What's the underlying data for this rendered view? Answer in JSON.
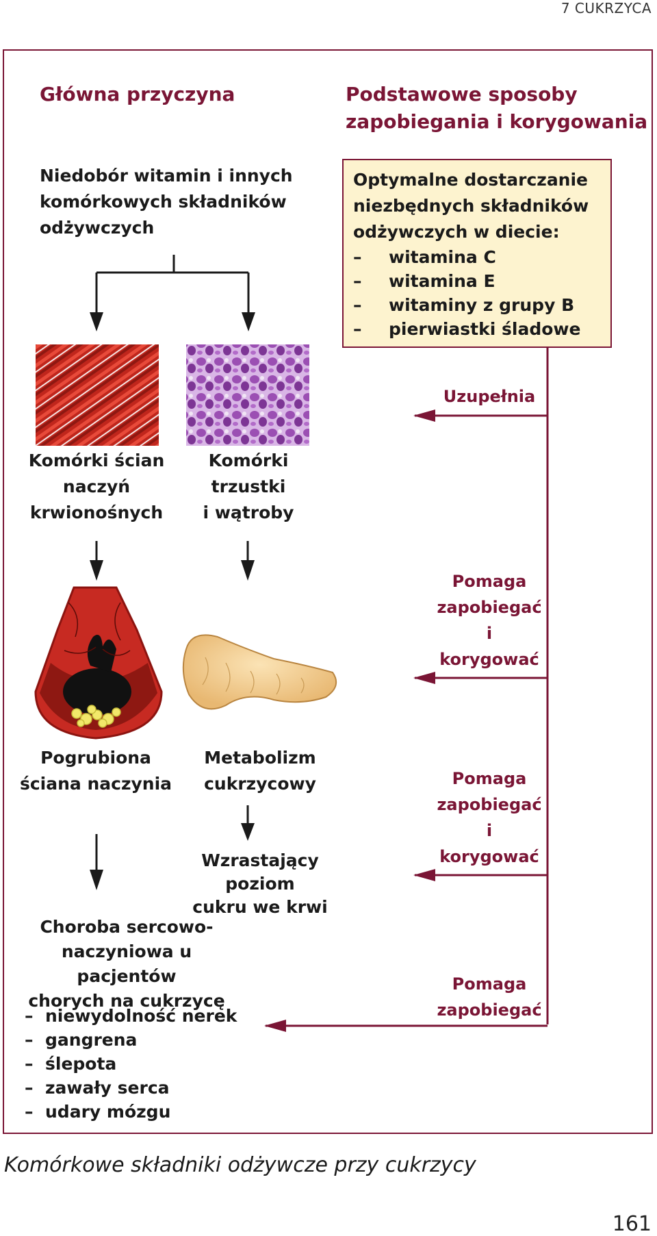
{
  "header": "7  CUKRZYCA",
  "left_heading": "Główna przyczyna",
  "right_heading": [
    "Podstawowe sposoby",
    "zapobiegania i korygowania"
  ],
  "cause": [
    "Niedobór witamin i innych",
    "komórkowych składników",
    "odżywczych"
  ],
  "nutrient_box": {
    "lines": [
      "Optymalne dostarczanie",
      "niezbędnych składników",
      "odżywczych w diecie:"
    ],
    "items": [
      "witamina C",
      "witamina E",
      "witaminy z grupy B",
      "pierwiastki śladowe"
    ]
  },
  "label_vessel_cells": [
    "Komórki ścian",
    "naczyń",
    "krwionośnych"
  ],
  "label_pancreas_cells": [
    "Komórki trzustki",
    "i wątroby"
  ],
  "label_thick_wall": [
    "Pogrubiona",
    "ściana naczynia"
  ],
  "label_metabolism": [
    "Metabolizm",
    "cukrzycowy"
  ],
  "label_blood_sugar": [
    "Wzrastający poziom",
    "cukru we krwi"
  ],
  "disease": [
    "Choroba sercowo-",
    "naczyniowa u pacjentów",
    "chorych na cukrzycę"
  ],
  "consequences": [
    "niewydolność nerek",
    "gangrena",
    "ślepota",
    "zawały serca",
    "udary mózgu"
  ],
  "dash": "–",
  "effect_supplements": "Uzupełnia",
  "effect_prevent_correct_1": [
    "Pomaga",
    "zapobiegać",
    "i",
    "korygować"
  ],
  "effect_prevent_correct_2": [
    "Pomaga",
    "zapobiegać",
    "i",
    "korygować"
  ],
  "effect_prevent": [
    "Pomaga",
    "zapobiegać"
  ],
  "caption": "Komórkowe składniki odżywcze przy cukrzycy",
  "page_number": "161",
  "colors": {
    "accent": "#7a1535",
    "box_fill": "#fdf3cf",
    "arrow_black": "#1a1a1a"
  }
}
